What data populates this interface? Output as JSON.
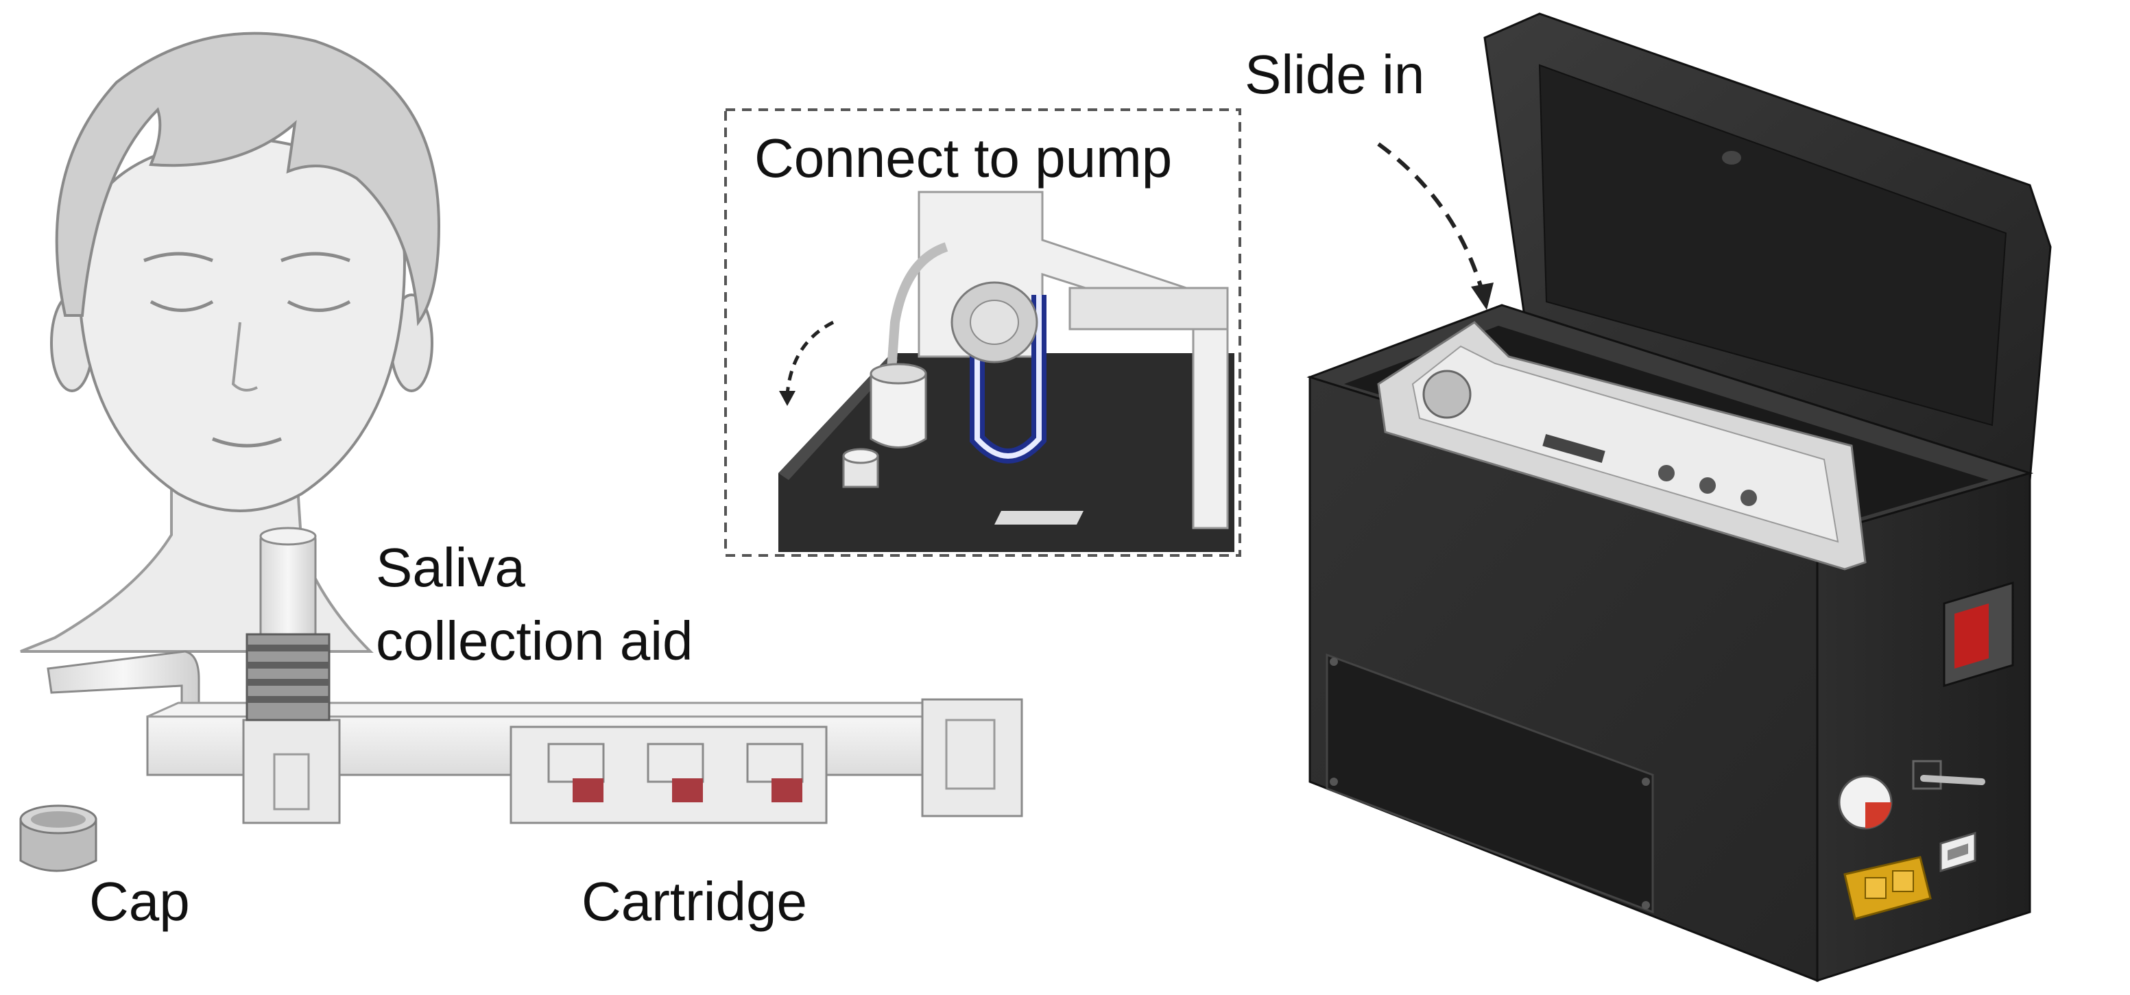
{
  "labels": {
    "saliva_line1": "Saliva",
    "saliva_line2": "collection aid",
    "cap": "Cap",
    "cartridge": "Cartridge",
    "connect_to_pump": "Connect to pump",
    "slide_in": "Slide in"
  },
  "colors": {
    "face_gray": "#e6e6e6",
    "hair_gray": "#c9c9c9",
    "outline_gray": "#8a8a8a",
    "device_dark": "#2b2b2b",
    "device_darker": "#1e1e1e",
    "lid_top": "#3a3a3a",
    "cartridge_clear": "#ececec",
    "chamber_red": "#a83a40",
    "u_tube_blue": "#1f2f8c",
    "button_red": "#d23a2a",
    "connector_gold": "#d9a418",
    "window_red": "#c0201e"
  },
  "icons": {
    "head": "human-head-icon",
    "device": "analyzer-box-icon",
    "pump": "pump-connector-icon"
  }
}
